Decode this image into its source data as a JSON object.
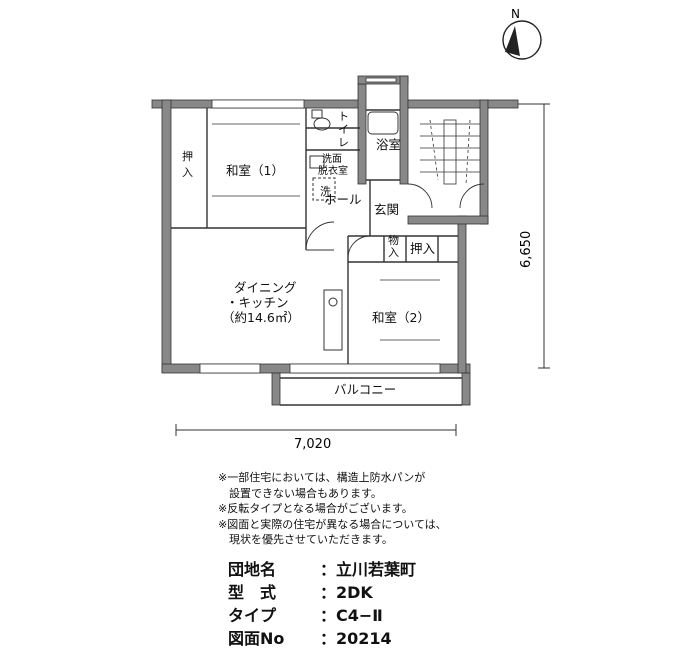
{
  "compass": {
    "north_label": "N"
  },
  "rooms": {
    "washitsu1": "和室（1）",
    "oshiire_left": "押入",
    "toilet": "トイレ",
    "bath": "浴室",
    "washroom": "洗面\n脱衣室",
    "washer": "洗",
    "hall": "ホール",
    "entrance": "玄関",
    "storage_small": "物入",
    "oshiire_right": "押入",
    "dk_line1": "ダイニング",
    "dk_line2": "・キッチン",
    "dk_line3": "（約14.6㎡）",
    "washitsu2": "和室（2）",
    "balcony": "バルコニー"
  },
  "dimensions": {
    "width": "7,020",
    "depth": "6,650"
  },
  "notes": [
    "※一部住宅においては、構造上防水パンが",
    "設置できない場合もあります。",
    "※反転タイプとなる場合がございます。",
    "※図面と実際の住宅が異なる場合については、",
    "現状を優先させていただきます。"
  ],
  "info": {
    "sep": "：",
    "danchi_label": "団地名",
    "danchi_value": "立川若葉町",
    "type_label": "型　式",
    "type_value": "2DK",
    "plan_label": "タイプ",
    "plan_value": "C4−Ⅱ",
    "no_label": "図面No",
    "no_value": "20214"
  }
}
